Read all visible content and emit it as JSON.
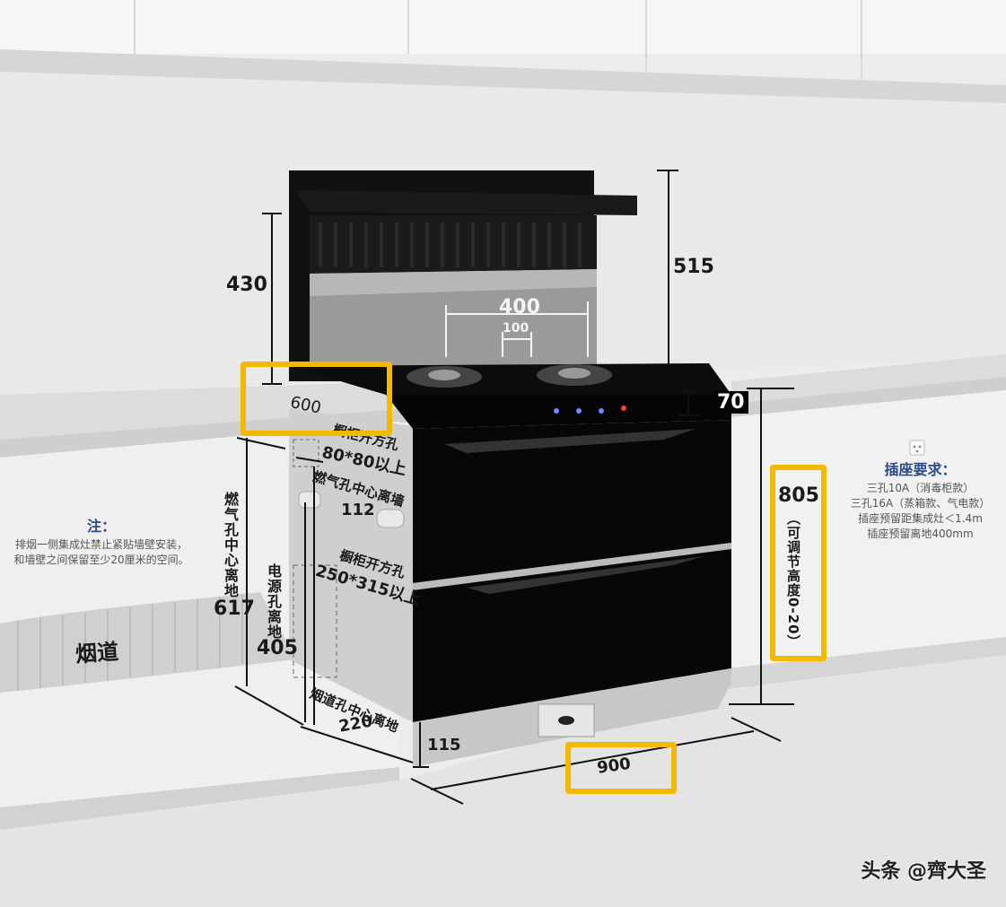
{
  "dimensions": {
    "hood_height": "430",
    "total_height": "515",
    "cooktop_width_spacing": "400",
    "burner_spacing": "100",
    "depth": "600",
    "panel_height": "70",
    "cabinet_height": "805",
    "cabinet_height_note": "（可调节高度0-20）",
    "gas_hole_height": "617",
    "gas_hole_label": "燃气孔中心离地",
    "power_hole_height": "405",
    "power_hole_label": "电源孔离地",
    "cabinet_hole_1_label": "橱柜开方孔",
    "cabinet_hole_1_size": "80*80以上",
    "gas_wall_label": "燃气孔中心离墙",
    "gas_wall_distance": "112",
    "cabinet_hole_2_label": "橱柜开方孔",
    "cabinet_hole_2_size": "250*315以上",
    "flue_hole_label": "烟道孔中心离地",
    "flue_hole_height": "220",
    "base_height": "115",
    "width": "900"
  },
  "left_note": {
    "title": "注：",
    "line1": "排烟一侧集成灶禁止紧贴墙壁安装，",
    "line2": "和墙壁之间保留至少20厘米的空间。"
  },
  "flue_label": "烟道",
  "right_note": {
    "title": "插座要求：",
    "line1": "三孔10A（消毒柜款）",
    "line2": "三孔16A（蒸箱款、气电款）",
    "line3": "插座预留距集成灶＜1.4m",
    "line4": "插座预留离地400mm"
  },
  "watermark": "头条 @齊大圣",
  "colors": {
    "highlight": "#f5b800",
    "note_title": "#2a4a8a",
    "appliance": "#0a0a0a"
  }
}
